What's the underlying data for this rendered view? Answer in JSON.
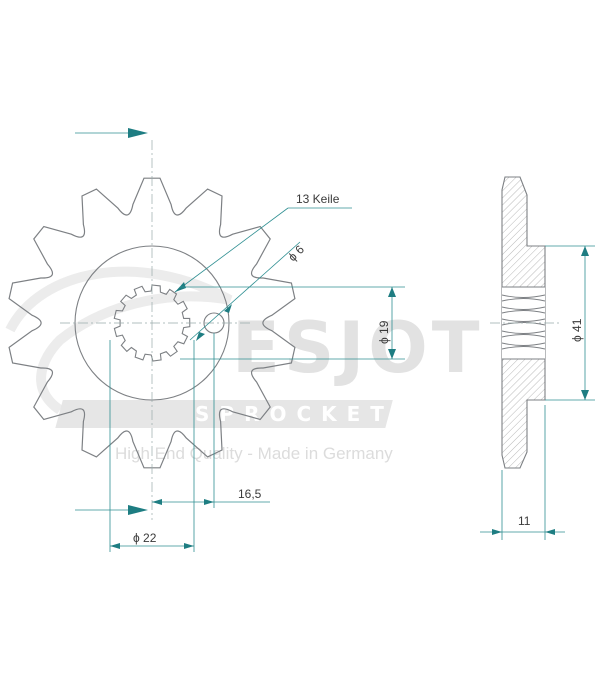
{
  "labels": {
    "keile": "13 Keile",
    "hole_diameter": "ϕ 6",
    "spline_diameter": "ϕ 19",
    "bore_diameter": "ϕ 41",
    "offset": "16,5",
    "hub_diameter": "ϕ 22",
    "thickness": "11"
  },
  "watermark": {
    "brand": "ESJOT",
    "subtitle": "SPROCKETS",
    "tagline": "High End Quality - Made in Germany"
  },
  "colors": {
    "outline": "#7d8084",
    "dimension": "#2f8f92",
    "hatch": "#8a8a8a",
    "arrow": "#1e7d82",
    "watermark": "#e0e0e0"
  }
}
